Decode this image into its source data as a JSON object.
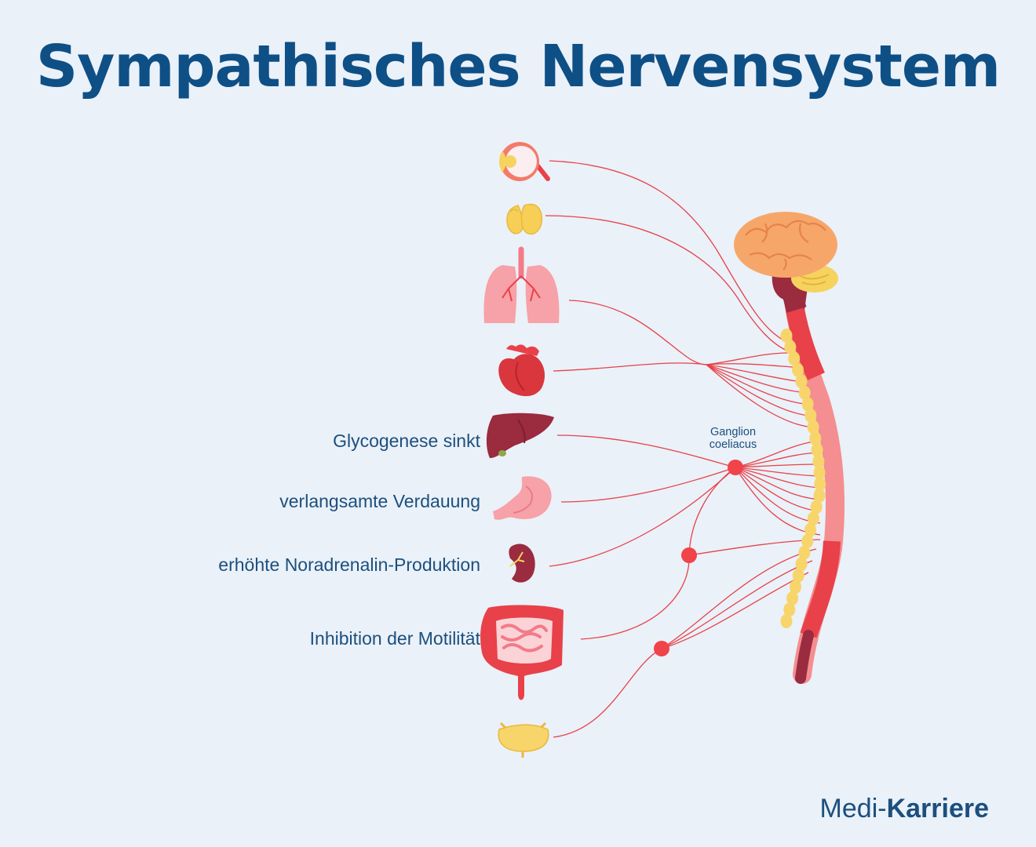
{
  "title": "Sympathisches Nervensystem",
  "ganglion": {
    "line1": "Ganglion",
    "line2": "coeliacus"
  },
  "labels": {
    "liver": "Glycogenese sinkt",
    "stomach": "verlangsamte Verdauung",
    "kidney": "erhöhte Noradrenalin-Produktion",
    "intestine": "Inhibition der Motilität"
  },
  "organs": [
    "eye-icon",
    "thyroid-icon",
    "lungs-icon",
    "heart-icon",
    "liver-icon",
    "stomach-icon",
    "kidney-icon",
    "intestine-icon",
    "bladder-icon"
  ],
  "logo": {
    "part1": "Medi-",
    "part2": "Karriere"
  },
  "colors": {
    "title": "#0e4f86",
    "background": "#eaf1f8",
    "nerve": "#e8414a",
    "ganglion": "#f0444a",
    "chain": "#f7d56a",
    "brain": "#f7a66a"
  }
}
